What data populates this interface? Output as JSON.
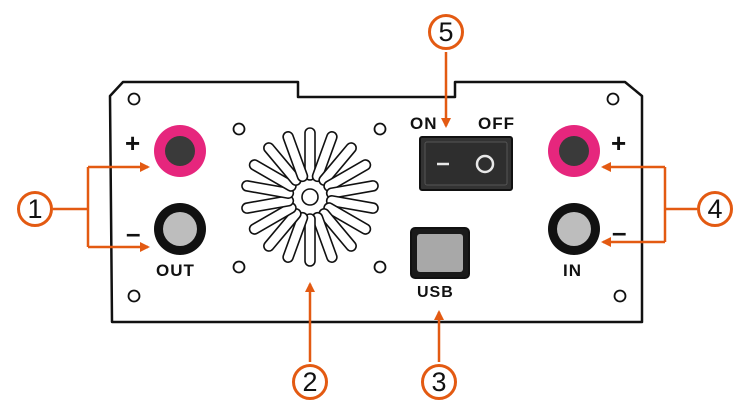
{
  "panel": {
    "labels": {
      "on": "ON",
      "off": "OFF",
      "out": "OUT",
      "in": "IN",
      "usb": "USB"
    },
    "signs": {
      "out_plus": "+",
      "out_minus": "–",
      "in_plus": "+",
      "in_minus": "–"
    },
    "switch_symbols": {
      "on": "–",
      "off": "○"
    }
  },
  "callouts": [
    "1",
    "2",
    "3",
    "4",
    "5"
  ],
  "colors": {
    "arrow": "#e35a12",
    "terminal_red": "#e6267d",
    "terminal_black": "#111111",
    "terminal_core": "#bdbdbd",
    "outline": "#111111"
  }
}
